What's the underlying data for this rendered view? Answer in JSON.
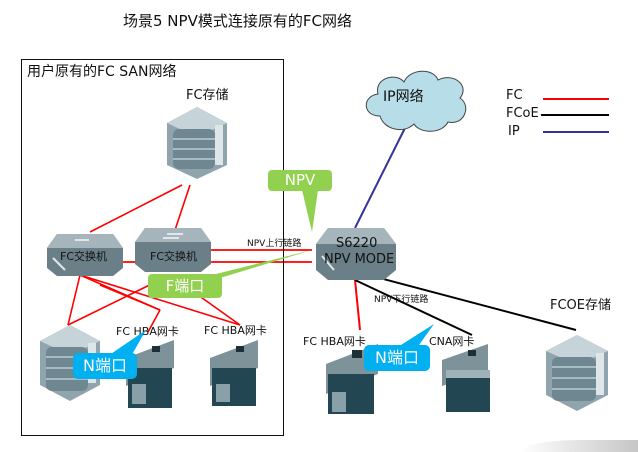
{
  "title": "场景5  NPV模式连接原有的FC网络",
  "san_group": {
    "label": "用户原有的FC SAN网络"
  },
  "nodes": {
    "fc_storage": {
      "label": "FC存储",
      "icon": "storage-icon"
    },
    "fc_switch_1": {
      "label": "FC交换机",
      "icon": "switch-icon"
    },
    "fc_switch_2": {
      "label": "FC交换机",
      "icon": "switch-icon"
    },
    "san_server_storage": {
      "icon": "storage-icon"
    },
    "san_hba_1": {
      "label": "FC HBA网卡",
      "icon": "server-hba-icon"
    },
    "san_hba_2": {
      "label": "FC HBA网卡",
      "icon": "server-hba-icon"
    },
    "npv_switch": {
      "label_line1": "S6220",
      "label_line2": "NPV MODE",
      "icon": "switch-icon"
    },
    "ip_network": {
      "label": "IP网络",
      "icon": "cloud-icon"
    },
    "npv_hba": {
      "label": "FC HBA网卡",
      "icon": "server-hba-icon"
    },
    "cna": {
      "label": "CNA网卡",
      "icon": "server-cna-icon"
    },
    "fcoe_storage": {
      "label": "FCOE存储",
      "icon": "storage-icon"
    }
  },
  "callouts": {
    "npv": "NPV",
    "f_port": "F端口",
    "n_port_left": "N端口",
    "n_port_right": "N端口"
  },
  "link_labels": {
    "uplink": "NPV上行链路",
    "downlink": "NPV下行链路"
  },
  "legend": [
    {
      "label": "FC",
      "color": "#ff0000"
    },
    {
      "label": "FCoE",
      "color": "#000000"
    },
    {
      "label": "IP",
      "color": "#333399"
    }
  ],
  "colors": {
    "fc": "#ff0000",
    "fcoe": "#000000",
    "ip": "#333399",
    "callout_green": "#92d050",
    "callout_blue": "#00b0f0",
    "cloud": "#b7dde8"
  }
}
